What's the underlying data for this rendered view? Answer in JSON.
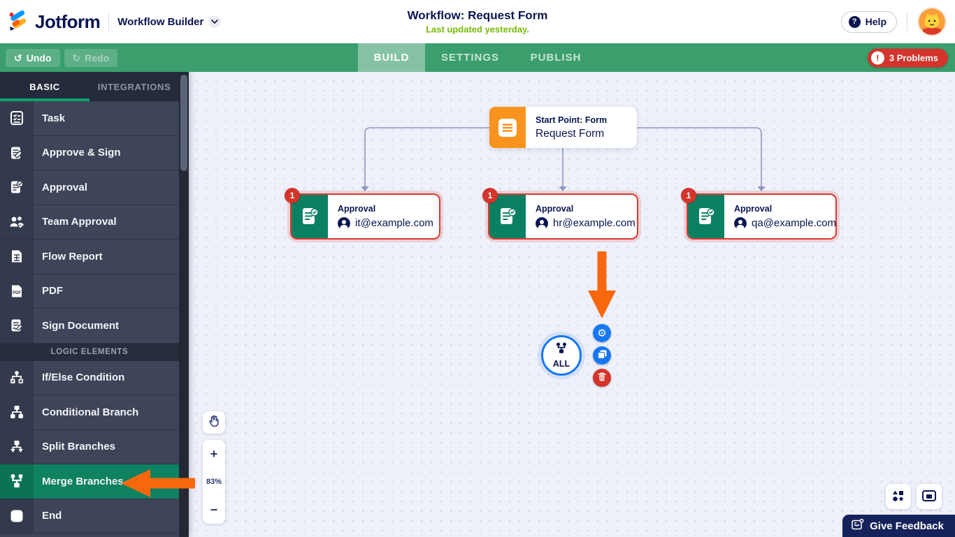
{
  "header": {
    "brand": "Jotform",
    "product": "Workflow Builder",
    "title": "Workflow: Request Form",
    "subtitle": "Last updated yesterday.",
    "help_label": "Help"
  },
  "toolbar": {
    "undo_label": "Undo",
    "redo_label": "Redo",
    "tabs": [
      {
        "label": "BUILD",
        "active": true
      },
      {
        "label": "SETTINGS",
        "active": false
      },
      {
        "label": "PUBLISH",
        "active": false
      }
    ],
    "problems_label": "3 Problems",
    "problems_icon": "!"
  },
  "sidebar": {
    "tabs": [
      {
        "label": "BASIC",
        "active": true
      },
      {
        "label": "INTEGRATIONS",
        "active": false
      }
    ],
    "section_label": "LOGIC ELEMENTS",
    "items": [
      {
        "label": "Task",
        "icon": "task-list-icon"
      },
      {
        "label": "Approve & Sign",
        "icon": "approve-sign-icon"
      },
      {
        "label": "Approval",
        "icon": "approval-icon"
      },
      {
        "label": "Team Approval",
        "icon": "team-approval-icon"
      },
      {
        "label": "Flow Report",
        "icon": "flow-report-icon"
      },
      {
        "label": "PDF",
        "icon": "pdf-icon"
      },
      {
        "label": "Sign Document",
        "icon": "sign-document-icon"
      },
      {
        "label": "If/Else Condition",
        "icon": "if-else-icon"
      },
      {
        "label": "Conditional Branch",
        "icon": "conditional-branch-icon"
      },
      {
        "label": "Split Branches",
        "icon": "split-branches-icon"
      },
      {
        "label": "Merge Branches",
        "icon": "merge-branches-icon",
        "active": true
      },
      {
        "label": "End",
        "icon": "end-icon"
      }
    ]
  },
  "canvas": {
    "start_node": {
      "type_label": "Start Point: Form",
      "name": "Request Form"
    },
    "approval_nodes": [
      {
        "badge": "1",
        "title": "Approval",
        "assignee": "it@example.com"
      },
      {
        "badge": "1",
        "title": "Approval",
        "assignee": "hr@example.com"
      },
      {
        "badge": "1",
        "title": "Approval",
        "assignee": "qa@example.com"
      }
    ],
    "merge_node": {
      "label": "ALL"
    },
    "zoom_controls": {
      "plus": "+",
      "level": "83%",
      "minus": "−"
    }
  },
  "feedback": {
    "label": "Give Feedback"
  },
  "icons": {
    "undo": "↺",
    "redo": "↻",
    "help": "?",
    "gear": "⚙"
  },
  "colors": {
    "navy": "#0a1551",
    "toolbar_green": "#3a9e6d",
    "brand_green": "#0a8063",
    "error_red": "#d3342b",
    "node_border_red": "#dc392d",
    "blue": "#1677f0",
    "orange_accent": "#f8941d",
    "annotation_orange": "#f7680e",
    "subtitle_green": "#78bb07",
    "canvas_bg": "#eef0fa"
  }
}
